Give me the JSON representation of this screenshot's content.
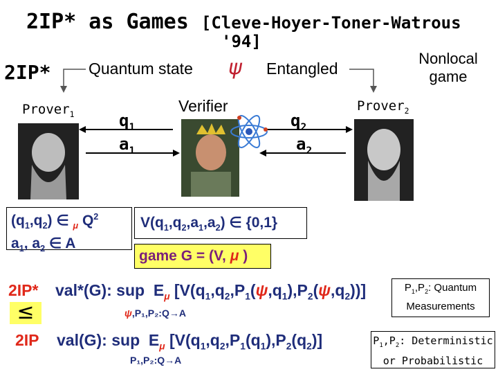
{
  "title": {
    "main": "2IP* as Games",
    "ref": "[Cleve-Hoyer-Toner-Watrous",
    "year": "'94]"
  },
  "labels": {
    "tag_2ip": "2IP*",
    "quantum_state": "Quantum state",
    "psi": "ψ",
    "entangled": "Entangled",
    "nonlocal_1": "Nonlocal",
    "nonlocal_2": "game",
    "prover1": "Prover",
    "prover1_sub": "1",
    "prover2": "Prover",
    "prover2_sub": "2",
    "verifier": "Verifier",
    "q1": "q",
    "q1_sub": "1",
    "a1": "a",
    "a1_sub": "1",
    "q2": "q",
    "q2_sub": "2",
    "a2": "a",
    "a2_sub": "2"
  },
  "box_left": {
    "line1a": "(q",
    "line1b": "1",
    "line1c": ",q",
    "line1d": "2",
    "line1e": ") ∈",
    "line1f": "μ",
    "line1g": "Q",
    "line1h": "2",
    "line2a": "a",
    "line2b": "1",
    "line2c": ", a",
    "line2d": "2",
    "line2e": "∈ A"
  },
  "box_right": {
    "vline": "V(q",
    "vline_s1": "1",
    "vline_b": ",q",
    "vline_s2": "2",
    "vline_c": ",a",
    "vline_s3": "1",
    "vline_d": ",a",
    "vline_s4": "2",
    "vline_e": ") ∈ {0,1}",
    "game": "game G = (V,",
    "game_mu": "μ",
    "game_end": ")"
  },
  "val_star": {
    "tag": "2IP*",
    "expr": "val*(G): sup",
    "E": "E",
    "mu": "μ",
    "rhs_a": "[V(q",
    "rhs_s1": "1",
    "rhs_b": ",q",
    "rhs_s2": "2",
    "rhs_c": ",P",
    "rhs_s3": "1",
    "rhs_d": "(",
    "rhs_psi1": "ψ",
    "rhs_e": ",q",
    "rhs_s4": "1",
    "rhs_f": "),P",
    "rhs_s5": "2",
    "rhs_g": "(",
    "rhs_psi2": "ψ",
    "rhs_h": ",q",
    "rhs_s6": "2",
    "rhs_i": "))]",
    "under_psi": "ψ",
    "under_rest": ",P₁,P₂:Q→A",
    "note1": "P",
    "note_s1": "1",
    "note2": ",P",
    "note_s2": "2",
    "note3": ": Quantum",
    "note4": "Measurements"
  },
  "leq": "≤",
  "val": {
    "tag": "2IP",
    "expr": "val(G): sup",
    "E": "E",
    "mu": "μ",
    "rhs_a": "[V(q",
    "rhs_s1": "1",
    "rhs_b": ",q",
    "rhs_s2": "2",
    "rhs_c": ",P",
    "rhs_s3": "1",
    "rhs_d": "(q",
    "rhs_s4": "1",
    "rhs_e": "),P",
    "rhs_s5": "2",
    "rhs_f": "(q",
    "rhs_s6": "2",
    "rhs_g": ")]",
    "under": "P₁,P₂:Q→A",
    "note1": "P",
    "note_s1": "1",
    "note2": ",P",
    "note_s2": "2",
    "note3": ": Deterministic",
    "note4": "or Probabilistic"
  },
  "colors": {
    "navy": "#1f2d7a",
    "red": "#e0281a",
    "yellow": "#ffff66",
    "purple": "#7a1f7a"
  }
}
